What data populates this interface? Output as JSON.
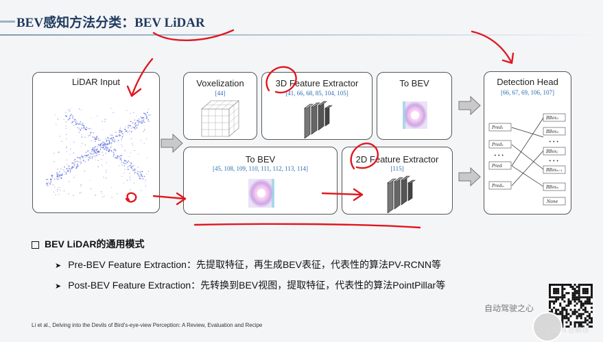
{
  "header": {
    "title": "BEV感知方法分类：BEV LiDAR"
  },
  "diagram": {
    "lidar_input": {
      "title": "LiDAR Input"
    },
    "voxelization": {
      "title": "Voxelization",
      "refs": "[44]"
    },
    "feature3d": {
      "title": "3D Feature Extractor",
      "refs": "[41, 66, 68, 85, 104, 105]"
    },
    "to_bev_top": {
      "title": "To BEV"
    },
    "to_bev_bottom": {
      "title": "To BEV",
      "refs": "[45, 108, 109, 110, 111, 112, 113, 114]"
    },
    "feature2d": {
      "title": "2D Feature Extractor",
      "refs": "[115]"
    },
    "detection_head": {
      "title": "Detection Head",
      "refs": "[66, 67, 69, 106, 107]",
      "preds": [
        "Pred₁",
        "Pred₂",
        "• • •",
        "Predᵢ",
        "Predₘ"
      ],
      "bboxes": [
        "BBox₁",
        "BBox₂",
        "• • •",
        "BBoxⱼ",
        "• • •",
        "BBoxₙ₋₁",
        "BBoxₙ",
        "None"
      ]
    }
  },
  "section": {
    "heading": "BEV LiDAR的通用模式",
    "bullets": [
      "Pre-BEV Feature Extraction：先提取特征，再生成BEV表征，代表性的算法PV-RCNN等",
      "Post-BEV Feature Extraction：先转换到BEV视图，提取特征，代表性的算法PointPillar等"
    ]
  },
  "citation": "Li et al., Delving into the Devils of Bird's-eye-view Perception: A Review, Evaluation and Recipe",
  "watermark": {
    "channel": "自动驾驶之心",
    "csdn": "CSDN @解锁"
  },
  "colors": {
    "title": "#1f3a5f",
    "refs": "#2a6cb0",
    "annotation": "#e0171f",
    "point_cloud": "#4a5bd6"
  }
}
